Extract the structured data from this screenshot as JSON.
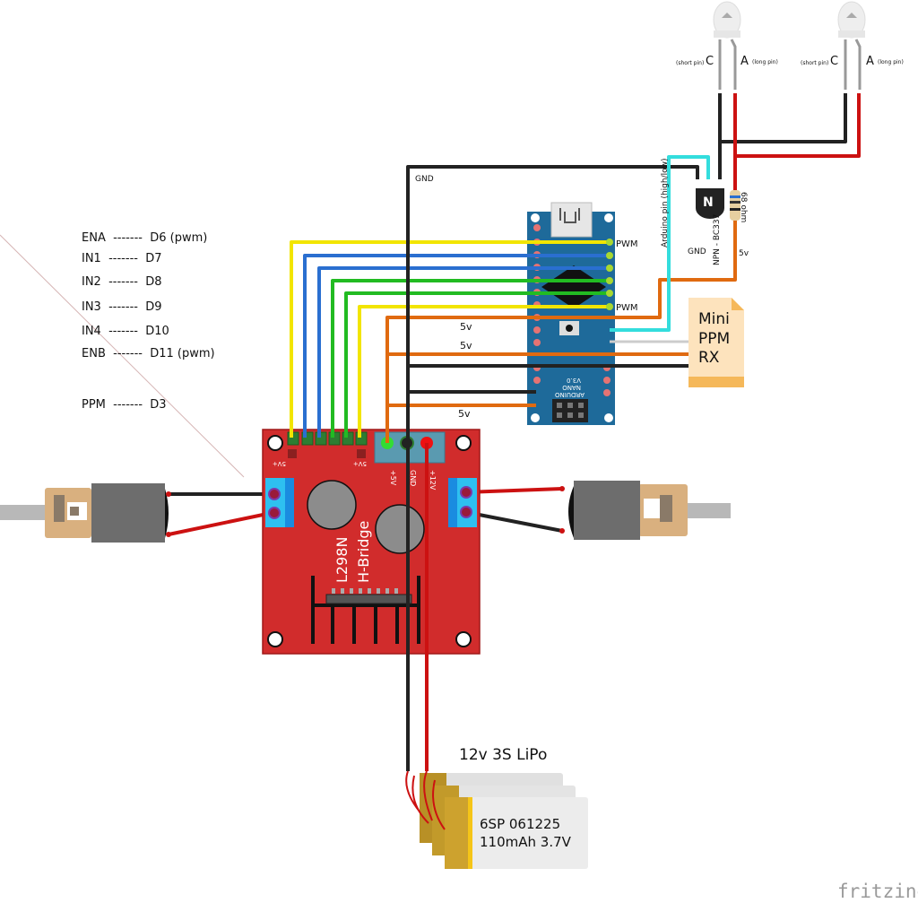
{
  "pin_mapping": [
    {
      "signal": "ENA",
      "arrow": "-------",
      "pin": "D6 (pwm)"
    },
    {
      "signal": "IN1",
      "arrow": "-------",
      "pin": "D7"
    },
    {
      "signal": "IN2",
      "arrow": "-------",
      "pin": "D8"
    },
    {
      "signal": "IN3",
      "arrow": "-------",
      "pin": "D9"
    },
    {
      "signal": "IN4",
      "arrow": "-------",
      "pin": "D10"
    },
    {
      "signal": "ENB",
      "arrow": "-------",
      "pin": "D11 (pwm)"
    },
    {
      "signal": "PPM",
      "arrow": "-------",
      "pin": "D3"
    }
  ],
  "labels": {
    "gnd_top": "GND",
    "pwm1": "PWM",
    "pwm2": "PWM",
    "v5_1": "5v",
    "v5_2": "5v",
    "v5_3": "5v",
    "v5_right": "5v",
    "arduino_pin": "Arduino pin (high/low)",
    "transistor_gnd": "GND",
    "transistor": "NPN - BC337",
    "resistor": "68 ohm",
    "battery_title": "12v 3S LiPo",
    "battery_line1": "6SP 061225",
    "battery_line2": "110mAh 3.7V",
    "rx_line1": "Mini",
    "rx_line2": "PPM",
    "rx_line3": "RX",
    "hbridge_line1": "L298N",
    "hbridge_line2": "H-Bridge",
    "hb_5v": "+5V",
    "hb_gnd": "GND",
    "hb_vin": "+12V",
    "hb_5v_left": "5V+",
    "hb_5v_right": "5V+",
    "led1_c_small": "(short pin)",
    "led1_c": "C",
    "led1_a": "A",
    "led1_a_small": "(long pin)",
    "led2_c_small": "(short pin)",
    "led2_c": "C",
    "led2_a": "A",
    "led2_a_small": "(long pin)",
    "nano_name1": "ARDUINO",
    "nano_name2": "NANO",
    "nano_name3": "V3.0",
    "fritzing": "fritzing"
  },
  "colors": {
    "wire_black": "#222222",
    "wire_red": "#cc1111",
    "wire_yellow": "#f2e500",
    "wire_blue": "#2a6fd0",
    "wire_green": "#22bb22",
    "wire_orange": "#e06a10",
    "wire_cyan": "#33dddd",
    "hbridge_red": "#d12c2c",
    "nano_blue": "#1e6a9a",
    "rx_note": "#fde3bd"
  }
}
